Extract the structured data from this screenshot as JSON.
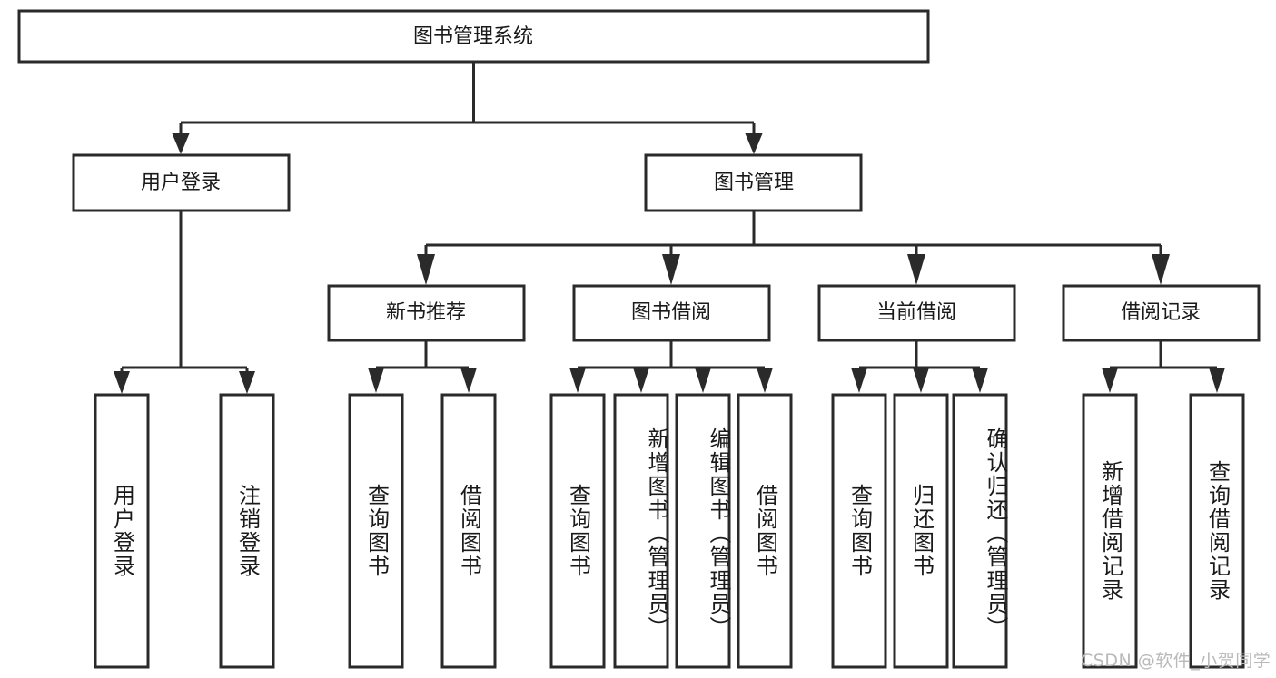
{
  "diagram": {
    "type": "hierarchy-tree",
    "title_node": {
      "id": "root",
      "label": "图书管理系统"
    },
    "level2": [
      {
        "id": "user-login",
        "label": "用户登录"
      },
      {
        "id": "book-manage",
        "label": "图书管理"
      }
    ],
    "level3": [
      {
        "id": "new-book-rec",
        "label": "新书推荐",
        "parent": "book-manage"
      },
      {
        "id": "book-borrow",
        "label": "图书借阅",
        "parent": "book-manage"
      },
      {
        "id": "current-borrow",
        "label": "当前借阅",
        "parent": "book-manage"
      },
      {
        "id": "borrow-record",
        "label": "借阅记录",
        "parent": "book-manage"
      }
    ],
    "leaves": [
      {
        "id": "leaf-user-login",
        "label": "用户登录",
        "parent": "user-login"
      },
      {
        "id": "leaf-logout",
        "label": "注销登录",
        "parent": "user-login"
      },
      {
        "id": "leaf-query-book-1",
        "label": "查询图书",
        "parent": "new-book-rec"
      },
      {
        "id": "leaf-borrow-book-1",
        "label": "借阅图书",
        "parent": "new-book-rec"
      },
      {
        "id": "leaf-query-book-2",
        "label": "查询图书",
        "parent": "book-borrow"
      },
      {
        "id": "leaf-add-book",
        "label": "新增图书（管理员）",
        "parent": "book-borrow"
      },
      {
        "id": "leaf-edit-book",
        "label": "编辑图书（管理员）",
        "parent": "book-borrow"
      },
      {
        "id": "leaf-borrow-book-2",
        "label": "借阅图书",
        "parent": "book-borrow"
      },
      {
        "id": "leaf-query-book-3",
        "label": "查询图书",
        "parent": "current-borrow"
      },
      {
        "id": "leaf-return-book",
        "label": "归还图书",
        "parent": "current-borrow"
      },
      {
        "id": "leaf-confirm-return",
        "label": "确认归还（管理员）",
        "parent": "current-borrow"
      },
      {
        "id": "leaf-add-record",
        "label": "新增借阅记录",
        "parent": "borrow-record"
      },
      {
        "id": "leaf-query-record",
        "label": "查询借阅记录",
        "parent": "borrow-record"
      }
    ]
  },
  "watermark": {
    "text": "CSDN @软件_小贺同学"
  },
  "colors": {
    "stroke": "#2a2a2a",
    "fill": "#ffffff",
    "text": "#1a1a1a",
    "watermark": "#b9b9b9",
    "background": "#ffffff"
  }
}
